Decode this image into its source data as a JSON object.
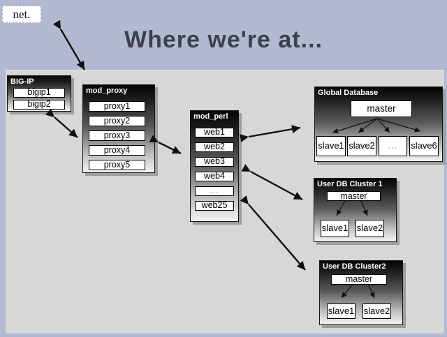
{
  "slide": {
    "title": "Where we're at...",
    "net_label": "net."
  },
  "clusters": {
    "bigip": {
      "title": "BIG-IP",
      "items": [
        "bigip1",
        "bigip2"
      ]
    },
    "mod_proxy": {
      "title": "mod_proxy",
      "items": [
        "proxy1",
        "proxy2",
        "proxy3",
        "proxy4",
        "proxy5"
      ]
    },
    "mod_perl": {
      "title": "mod_perl",
      "items": [
        "web1",
        "web2",
        "web3",
        "web4",
        "...",
        "web25"
      ]
    },
    "global_db": {
      "title": "Global Database",
      "master": "master",
      "slaves": [
        "slave1",
        "slave2",
        "...",
        "slave6"
      ]
    },
    "user_db_cluster1": {
      "title": "User DB Cluster 1",
      "master": "master",
      "slaves": [
        "slave1",
        "slave2"
      ]
    },
    "user_db_cluster2": {
      "title": "User DB Cluster2",
      "master": "master",
      "slaves": [
        "slave1",
        "slave2"
      ]
    }
  },
  "colors": {
    "slide_background": "#b4b9d2",
    "panel_background": "#d7d7d7",
    "title_text": "#3d414b"
  }
}
